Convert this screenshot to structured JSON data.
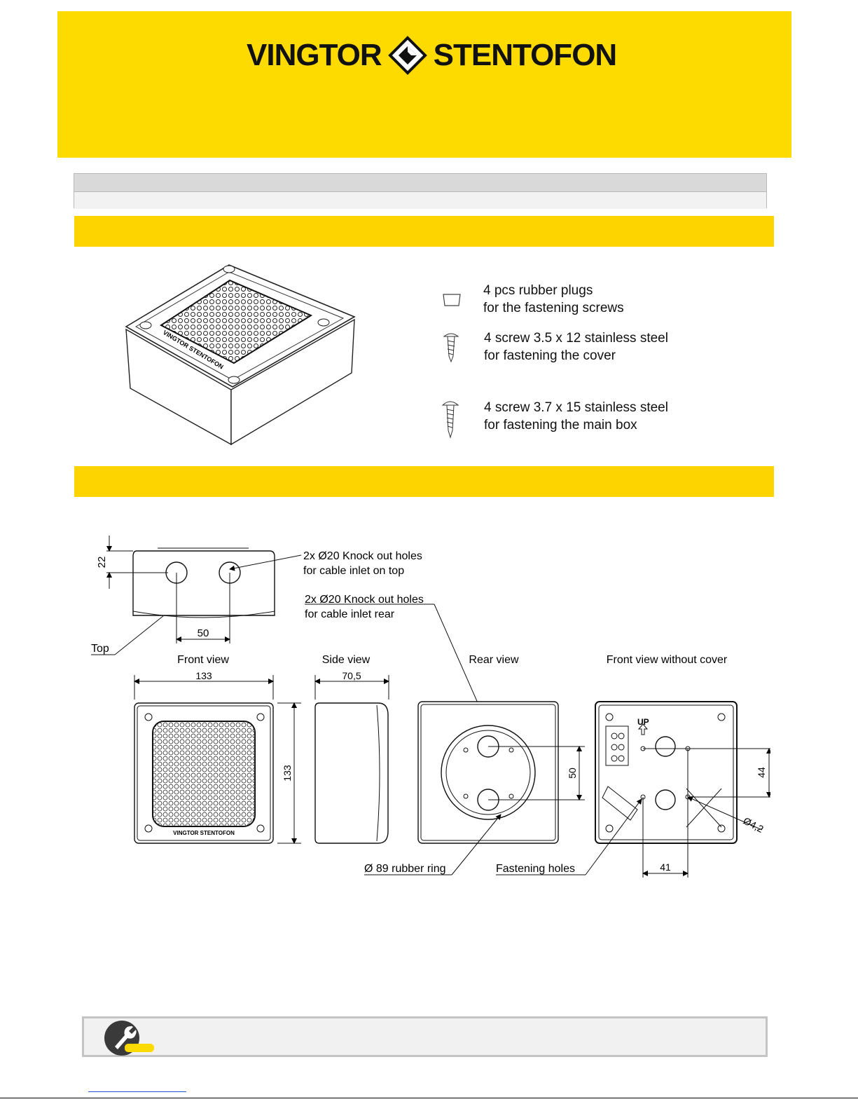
{
  "brand": {
    "left": "VINGTOR",
    "right": "STENTOFON",
    "color_banner": "#fedb00",
    "color_bar": "#fed400"
  },
  "parts": [
    {
      "icon": "rubber-plug-icon",
      "line1": "4 pcs rubber plugs",
      "line2": "for the fastening screws"
    },
    {
      "icon": "screw-short-icon",
      "line1": "4 screw 3.5 x 12 stainless steel",
      "line2": "for fastening the cover"
    },
    {
      "icon": "screw-long-icon",
      "line1": "4 screw 3.7 x 15 stainless steel",
      "line2": "for fastening the main box"
    }
  ],
  "product_label": "VINGTOR STENTOFON",
  "drawing": {
    "top_height": "22",
    "top_spacing": "50",
    "top_label": "Top",
    "knock_top_line1": "2x Ø20 Knock out holes",
    "knock_top_line2": "for cable inlet on top",
    "knock_rear_line1": "2x Ø20 Knock out holes",
    "knock_rear_line2": "for  cable inlet  rear",
    "views": [
      "Front view",
      "Side view",
      "Rear view",
      "Front view without cover"
    ],
    "front_width": "133",
    "front_height": "133",
    "side_depth": "70,5",
    "rear_spacing": "50",
    "rubber_ring": "Ø 89 rubber ring",
    "fastening_holes": "Fastening holes",
    "mount_vertical": "44",
    "mount_horizontal": "41",
    "hole_diameter": "Ø4,2",
    "up_label": "UP",
    "front_logo": "VINGTOR STENTOFON"
  },
  "note": {
    "icon": "wrench-icon"
  }
}
